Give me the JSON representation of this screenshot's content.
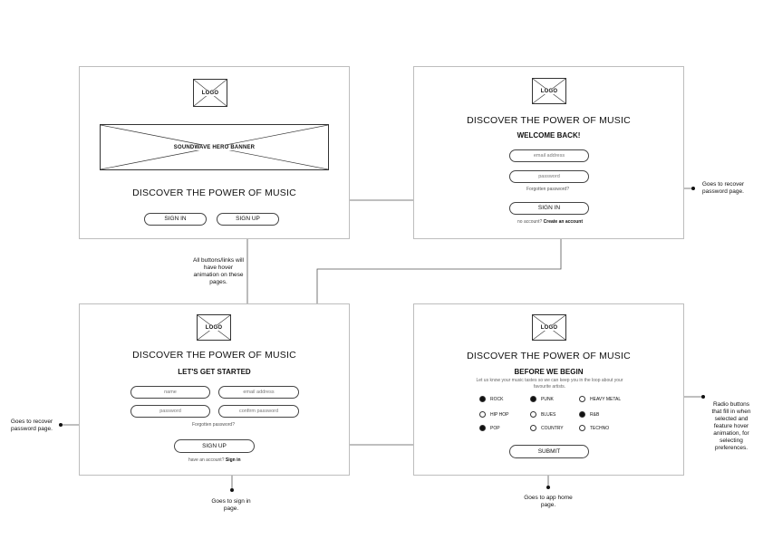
{
  "landing": {
    "logo": "LOGO",
    "banner": "SOUNDWAVE HERO BANNER",
    "heading": "DISCOVER THE POWER OF MUSIC",
    "signin_button": "SIGN IN",
    "signup_button": "SIGN UP"
  },
  "signin": {
    "logo": "LOGO",
    "heading": "DISCOVER THE POWER OF MUSIC",
    "subheading": "WELCOME BACK!",
    "email_placeholder": "email address",
    "password_placeholder": "password",
    "forgot_link": "Forgotten password?",
    "submit_button": "SIGN IN",
    "account_prompt": "no account?",
    "account_link": "Create an account"
  },
  "signup": {
    "logo": "LOGO",
    "heading": "DISCOVER THE POWER OF MUSIC",
    "subheading": "LET'S GET STARTED",
    "name_placeholder": "name",
    "email_placeholder": "email address",
    "password_placeholder": "password",
    "confirm_placeholder": "confirm password",
    "forgot_link": "Forgotten password?",
    "submit_button": "SIGN UP",
    "account_prompt": "have an account?",
    "account_link": "Sign in"
  },
  "preferences": {
    "logo": "LOGO",
    "heading": "DISCOVER THE POWER OF MUSIC",
    "subheading": "BEFORE WE BEGIN",
    "description": "Let us know your music tastes so we can keep you in the loop about your favourite artists.",
    "genres": [
      {
        "label": "ROCK",
        "selected": true
      },
      {
        "label": "PUNK",
        "selected": true
      },
      {
        "label": "HEAVY METAL",
        "selected": false
      },
      {
        "label": "HIP HOP",
        "selected": false
      },
      {
        "label": "BLUES",
        "selected": false
      },
      {
        "label": "R&B",
        "selected": true
      },
      {
        "label": "POP",
        "selected": true
      },
      {
        "label": "COUNTRY",
        "selected": false
      },
      {
        "label": "TECHNO",
        "selected": false
      }
    ],
    "submit_button": "SUBMIT"
  },
  "annotations": {
    "hover_note": "All buttons/links will have hover animation on these pages.",
    "recover_note_right": "Goes to recover password page.",
    "recover_note_left": "Goes to recover password page.",
    "signin_note": "Goes to sign in page.",
    "home_note": "Goes to app home page.",
    "radio_note": "Radio buttons that fill in when selected and feature hover animation, for selecting preferences."
  }
}
